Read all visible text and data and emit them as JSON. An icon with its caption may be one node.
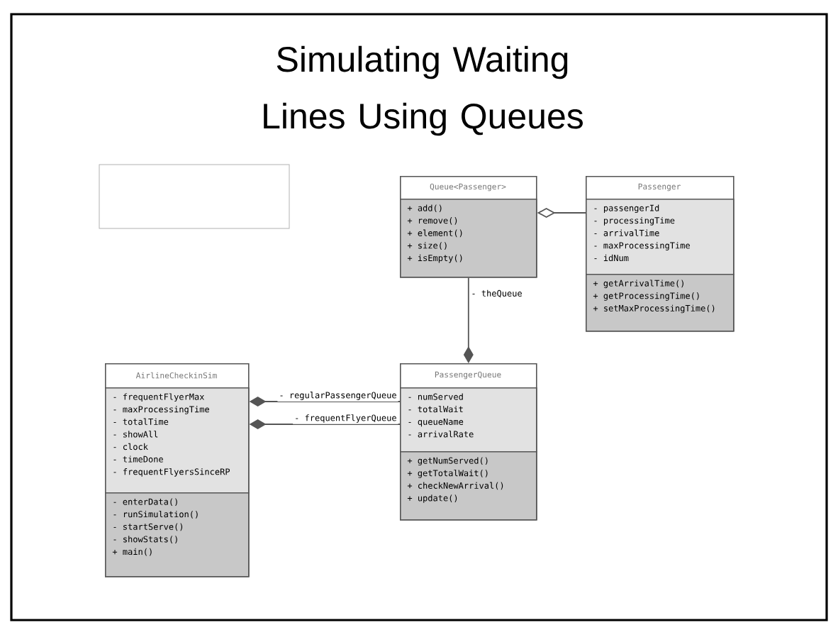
{
  "diagram": {
    "title": "Simulating Waiting Lines Using Queues",
    "nodes": [
      {
        "text": [
          "Queue<Passenger>"
        ]
      },
      {
        "text": [
          "+ add()",
          "+ remove()",
          "+ element()",
          "+ size()",
          "+ isEmpty()"
        ],
        "in": 0
      },
      {
        "text": [
          "Passenger"
        ]
      },
      {
        "text": [
          "- passengerId",
          "- processingTime",
          "- arrivalTime",
          "- maxProcessingTime",
          "- idNum"
        ],
        "in": 2
      },
      {
        "text": [
          "+ getArrivalTime()",
          "+ getProcessingTime()",
          "+ setMaxProcessingTime()"
        ],
        "in": 2
      },
      {
        "text": [
          "PassengerQueue"
        ]
      },
      {
        "text": [
          "- numServed",
          "- totalWait",
          "- queueName",
          "- arrivalRate"
        ],
        "in": 5
      },
      {
        "text": [
          "+ getNumServed()",
          "+ getTotalWait()",
          "+ checkNewArrival()",
          "+ update()"
        ],
        "in": 5
      },
      {
        "text": [
          "AirlineCheckinSim"
        ]
      },
      {
        "text": [
          "- frequentFlyerMax",
          "- maxProcessingTime",
          "- totalTime",
          "- showAll",
          "- clock",
          "- timeDone",
          "- frequentFlyersSinceRP"
        ],
        "in": 8
      },
      {
        "text": [
          "- enterData()",
          "- runSimulation()",
          "- startServe()",
          "- showStats()",
          "+ main()"
        ],
        "in": 8
      }
    ],
    "edges": [
      {
        "from": 0,
        "to": 2,
        "arrow": "other"
      },
      {
        "from": 5,
        "to": 0,
        "arrow": "other",
        "label": "- theQueue"
      },
      {
        "from": 8,
        "to": 5,
        "arrow": "other",
        "label": "- regularPassengerQueue"
      },
      {
        "from": 8,
        "to": 5,
        "arrow": "other",
        "label": "- frequentFlyerQueue"
      }
    ]
  }
}
